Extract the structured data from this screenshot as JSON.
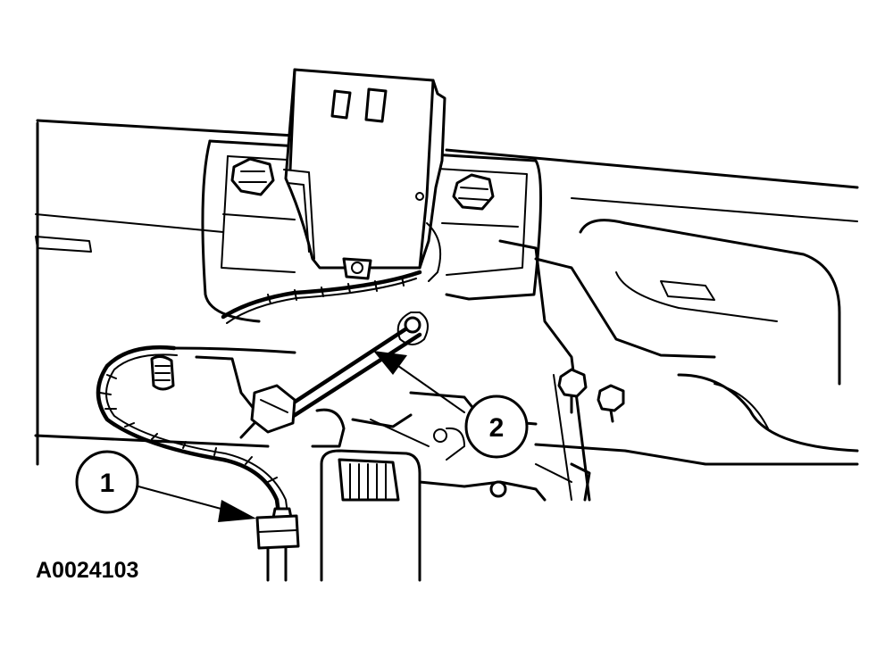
{
  "figure": {
    "id": "A0024103",
    "callouts": [
      {
        "number": "1",
        "target": "brake-line-fitting"
      },
      {
        "number": "2",
        "target": "hydraulic-line"
      }
    ]
  }
}
